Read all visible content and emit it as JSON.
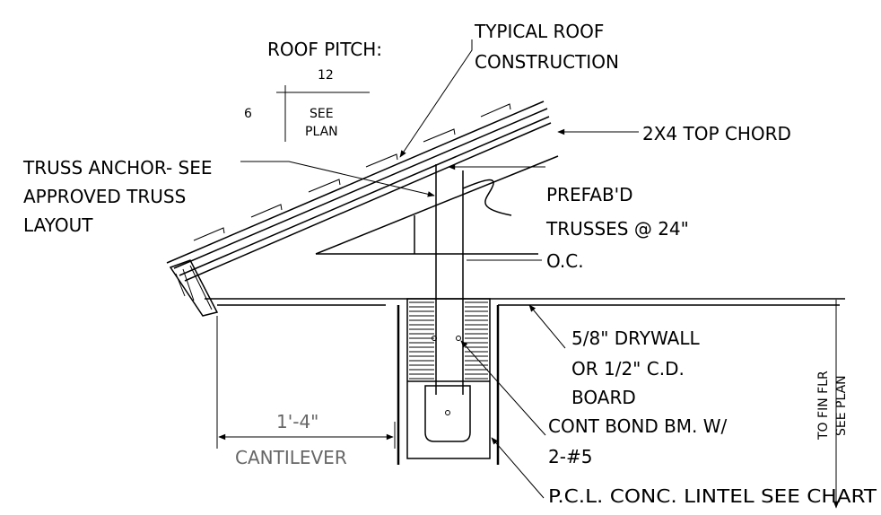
{
  "labels": {
    "roof_pitch": "ROOF PITCH:",
    "pitch_rise": "12",
    "pitch_run": "6",
    "pitch_see": "SEE",
    "pitch_plan": "PLAN",
    "typical_roof_1": "TYPICAL ROOF",
    "typical_roof_2": "CONSTRUCTION",
    "top_chord": "2X4 TOP CHORD",
    "truss_anchor_1": "TRUSS ANCHOR- SEE",
    "truss_anchor_2": "APPROVED TRUSS",
    "truss_anchor_3": "LAYOUT",
    "prefab_1": "PREFAB'D",
    "prefab_2": "TRUSSES @ 24\"",
    "prefab_3": "O.C.",
    "drywall_1": "5/8\" DRYWALL",
    "drywall_2": "OR 1/2\" C.D.",
    "drywall_3": "BOARD",
    "bond_beam_1": "CONT BOND BM. W/",
    "bond_beam_2": "2-#5",
    "lintel": "P.C.L. CONC. LINTEL SEE CHART",
    "dimension": "1'-4\"",
    "cantilever": "CANTILEVER",
    "fin_flr_1": "TO FIN FLR",
    "fin_flr_2": "SEE PLAN"
  }
}
